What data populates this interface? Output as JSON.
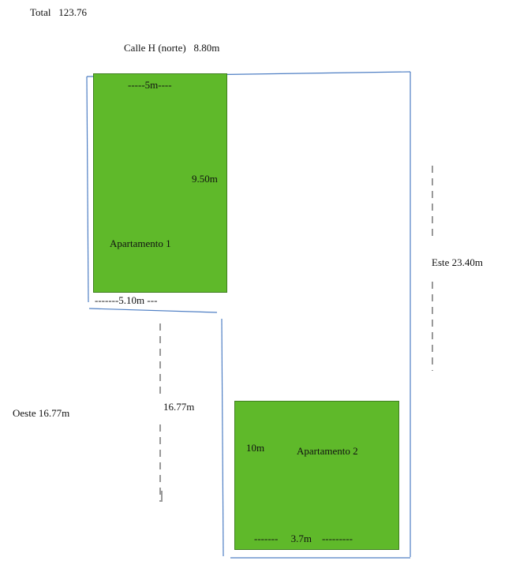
{
  "header": {
    "total_label": "Total",
    "total_value": "123.76",
    "north_label": "Calle H (norte)",
    "north_value": "8.80m"
  },
  "apartment_1": {
    "name": "Apartamento 1",
    "top_dim": "-----5m----",
    "height_dim": "9.50m",
    "bottom_dim": "-------5.10m ---"
  },
  "apartment_2": {
    "name": "Apartamento 2",
    "height_dim": "10m",
    "bottom_dim_left": "-------",
    "bottom_dim_value": "3.7m",
    "bottom_dim_right": "---------"
  },
  "sides": {
    "east": "Este 23.40m",
    "west": "Oeste  16.77m",
    "middle_dim": "16.77m"
  },
  "colors": {
    "apartment_fill": "#5fb92a",
    "boundary_line": "#4f7fc4"
  }
}
